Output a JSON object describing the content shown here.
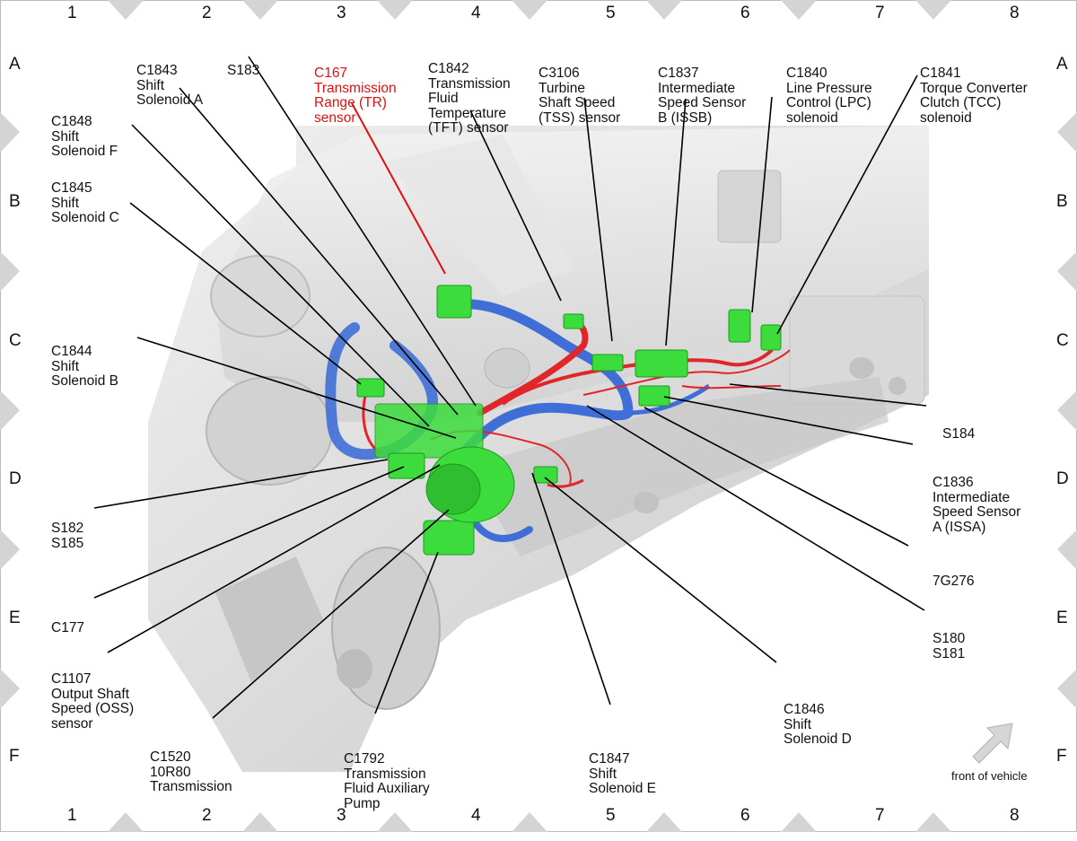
{
  "grid": {
    "columns": [
      "1",
      "2",
      "3",
      "4",
      "5",
      "6",
      "7",
      "8"
    ],
    "rows": [
      "A",
      "B",
      "C",
      "D",
      "E",
      "F"
    ]
  },
  "labels": {
    "c1843": [
      "C1843",
      "Shift",
      "Solenoid A"
    ],
    "s183": [
      "S183"
    ],
    "c167": [
      "C167",
      "Transmission",
      "Range (TR)",
      "sensor"
    ],
    "c1842": [
      "C1842",
      "Transmission",
      "Fluid",
      "Temperature",
      "(TFT) sensor"
    ],
    "c3106": [
      "C3106",
      "Turbine",
      "Shaft Speed",
      "(TSS) sensor"
    ],
    "c1837": [
      "C1837",
      "Intermediate",
      "Speed Sensor",
      "B (ISSB)"
    ],
    "c1840": [
      "C1840",
      "Line Pressure",
      "Control (LPC)",
      "solenoid"
    ],
    "c1841": [
      "C1841",
      "Torque Converter",
      "Clutch (TCC)",
      "solenoid"
    ],
    "c1848": [
      "C1848",
      "Shift",
      "Solenoid F"
    ],
    "c1845": [
      "C1845",
      "Shift",
      "Solenoid C"
    ],
    "c1844": [
      "C1844",
      "Shift",
      "Solenoid B"
    ],
    "s182": [
      "S182",
      "S185"
    ],
    "c177": [
      "C177"
    ],
    "c1107": [
      "C1107",
      "Output Shaft",
      "Speed (OSS)",
      "sensor"
    ],
    "c1520": [
      "C1520",
      "10R80",
      "Transmission"
    ],
    "c1792": [
      "C1792",
      "Transmission",
      "Fluid Auxiliary",
      "Pump"
    ],
    "c1847": [
      "C1847",
      "Shift",
      "Solenoid E"
    ],
    "c1846": [
      "C1846",
      "Shift",
      "Solenoid D"
    ],
    "s184": [
      "S184"
    ],
    "c1836": [
      "C1836",
      "Intermediate",
      "Speed Sensor",
      "A (ISSA)"
    ],
    "g7g276": [
      "7G276"
    ],
    "s180": [
      "S180",
      "S181"
    ]
  },
  "front_of_vehicle": "front of vehicle",
  "colors": {
    "highlight_label": "#e01010",
    "connector": "#3ddc3d",
    "harness_blue": "#3f6fd6",
    "harness_red": "#e0262a",
    "leader": "#000000",
    "transmission_body": "#e2e2e2",
    "border_triangle": "#d4d4d4"
  },
  "icons": [
    "arrow-icon"
  ]
}
